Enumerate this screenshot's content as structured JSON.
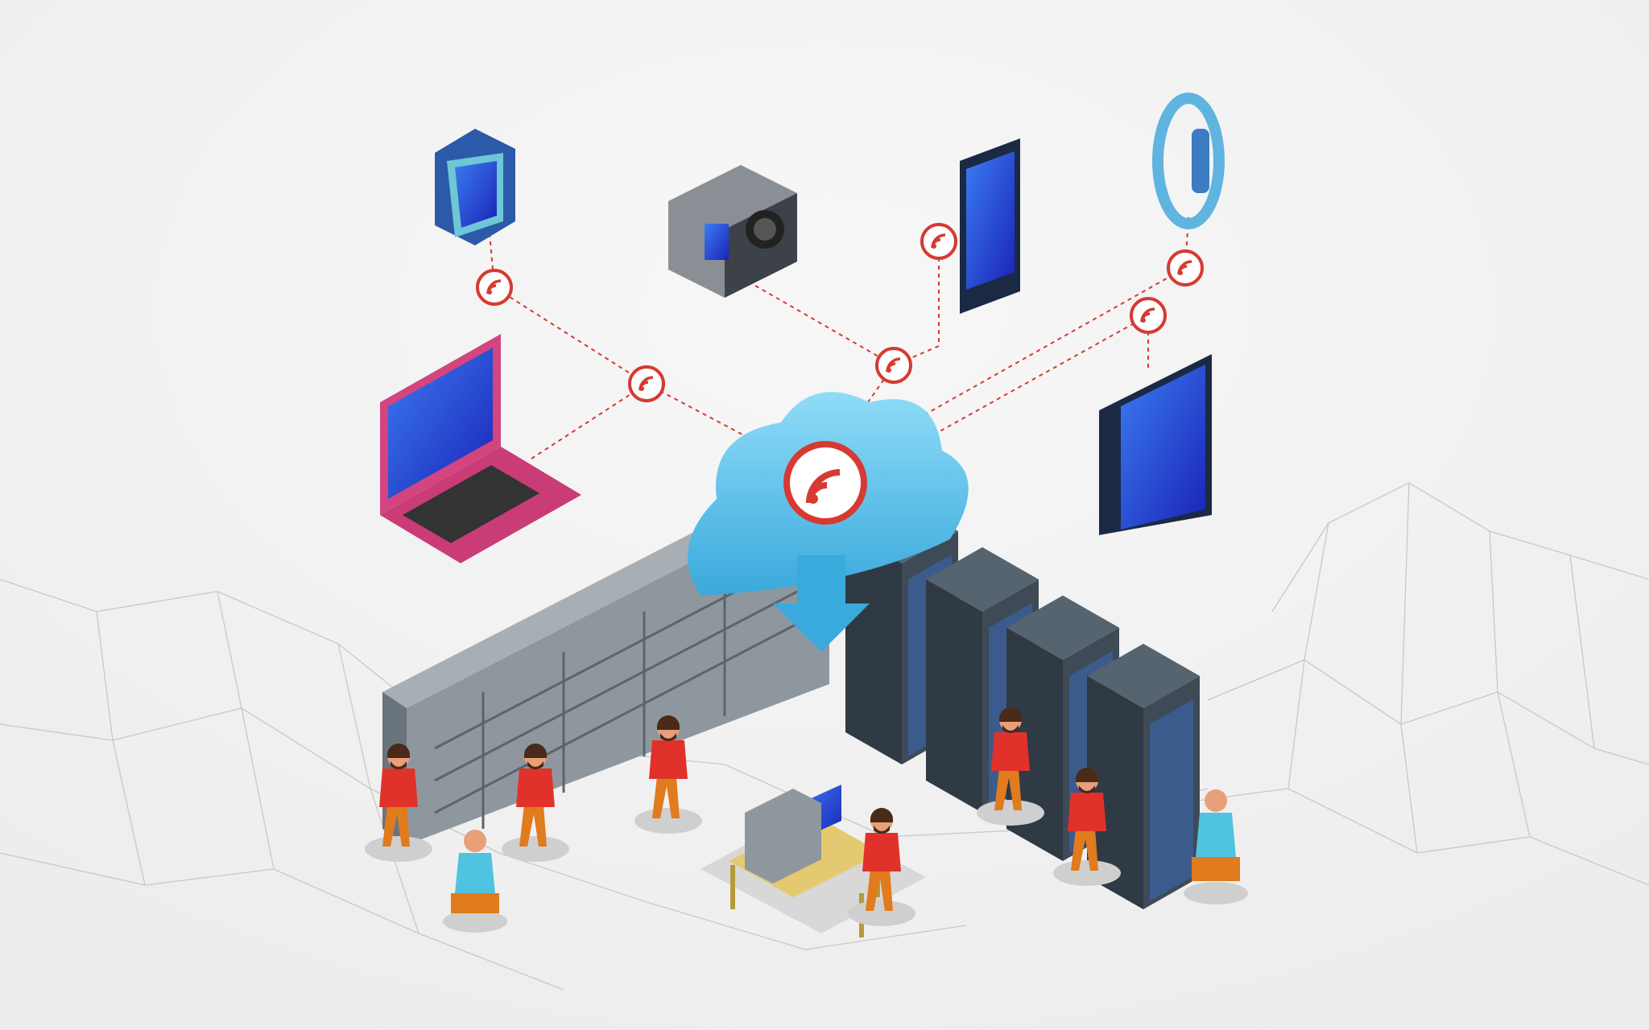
{
  "illustration": {
    "subject": "cloud-connected-data-center",
    "devices": [
      "smartwatch",
      "action-camera",
      "smartphone",
      "fitness-band",
      "laptop",
      "tablet"
    ],
    "colors": {
      "background": "#f2f2f2",
      "cloud": "#5ec6ef",
      "wifi_badge": "#d63a32",
      "screen": "#1e3ecf",
      "rack": "#3b4650",
      "laptop_body": "#d2457e",
      "shirt_red": "#e0322b",
      "pants_orange": "#e07b1e",
      "shirt_cyan": "#4fc3e0"
    }
  }
}
